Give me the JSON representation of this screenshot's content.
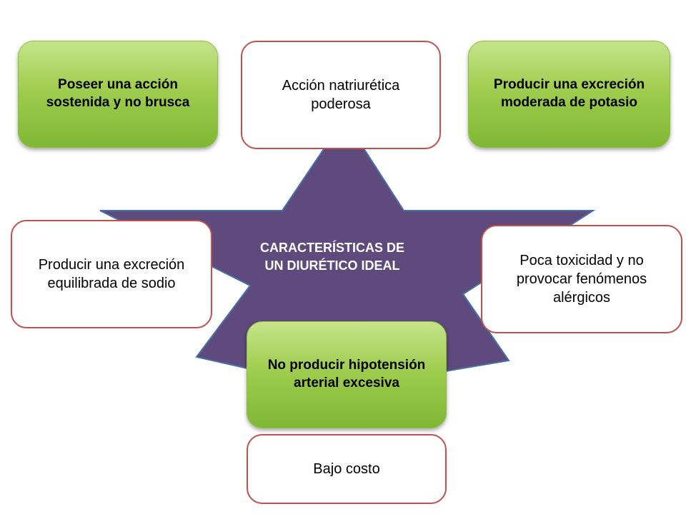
{
  "center": {
    "title": "CARACTERÍSTICAS DE UN DIURÉTICO IDEAL"
  },
  "boxes": {
    "top_left": "Poseer una acción sostenida y no brusca",
    "top_center": "Acción natriurética poderosa",
    "top_right": "Producir una excreción moderada de potasio",
    "mid_left": "Producir una excreción equilibrada de sodio",
    "mid_right": "Poca toxicidad y no provocar fenómenos alérgicos",
    "bottom_green": "No producir hipotensión arterial excesiva",
    "bottom": "Bajo costo"
  },
  "colors": {
    "star_fill": "#5e4a7c",
    "star_stroke": "#4a6fa5",
    "white_box_border": "#c0504d",
    "green_box": "#9fcd4f"
  }
}
